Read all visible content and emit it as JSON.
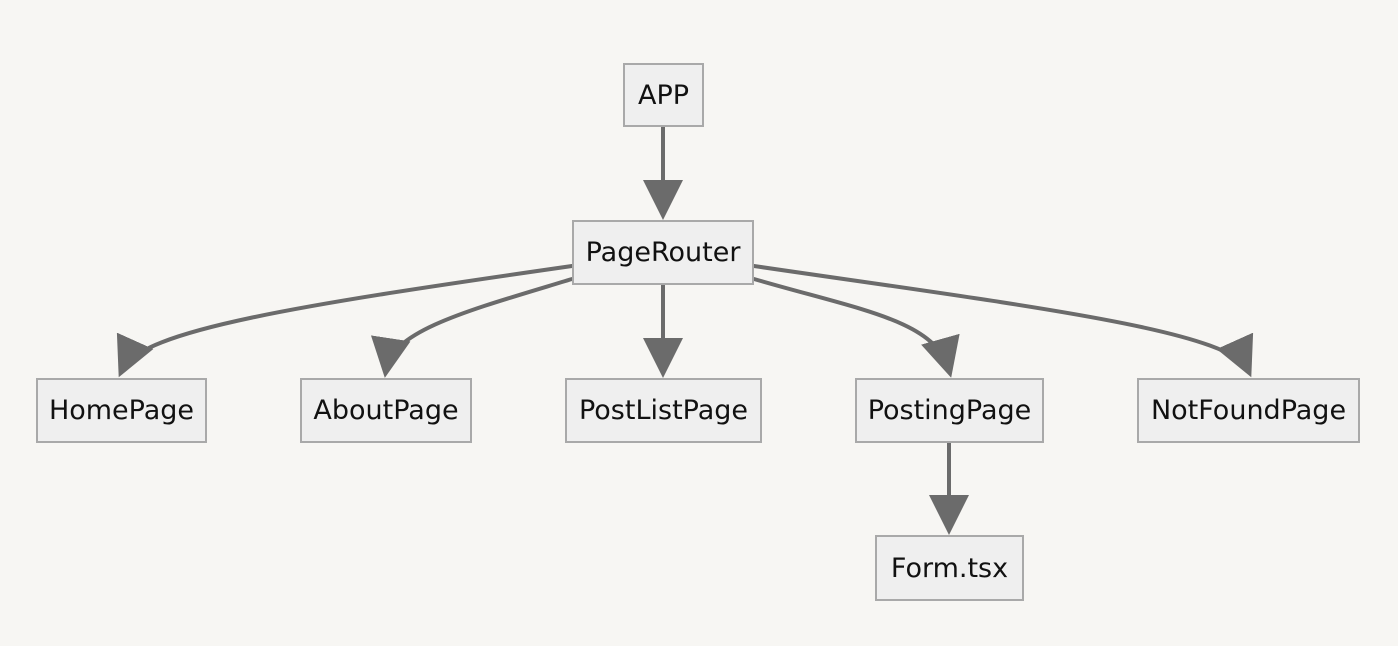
{
  "diagram": {
    "nodes": {
      "app": "APP",
      "page_router": "PageRouter",
      "home_page": "HomePage",
      "about_page": "AboutPage",
      "post_list_page": "PostListPage",
      "posting_page": "PostingPage",
      "not_found_page": "NotFoundPage",
      "form_tsx": "Form.tsx"
    },
    "edges": [
      {
        "from": "APP",
        "to": "PageRouter"
      },
      {
        "from": "PageRouter",
        "to": "HomePage"
      },
      {
        "from": "PageRouter",
        "to": "AboutPage"
      },
      {
        "from": "PageRouter",
        "to": "PostListPage"
      },
      {
        "from": "PageRouter",
        "to": "PostingPage"
      },
      {
        "from": "PageRouter",
        "to": "NotFoundPage"
      },
      {
        "from": "PostingPage",
        "to": "Form.tsx"
      }
    ],
    "colors": {
      "background": "#f7f6f3",
      "node_fill": "#efefef",
      "node_border": "#a9a9a9",
      "edge": "#6b6b6b",
      "text": "#111111"
    }
  }
}
